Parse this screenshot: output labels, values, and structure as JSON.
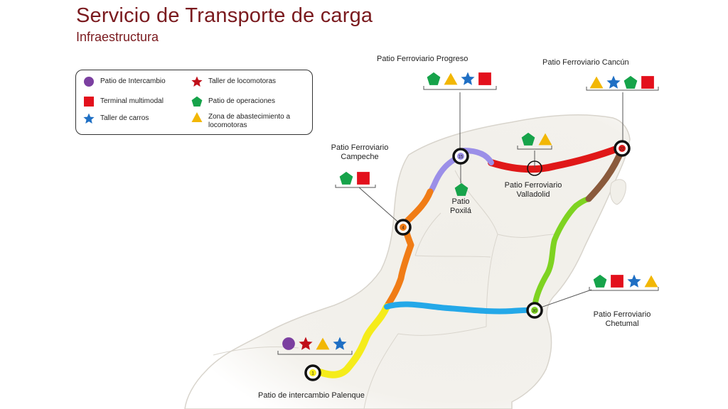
{
  "header": {
    "title": "Servicio de Transporte de carga",
    "subtitle": "Infraestructura"
  },
  "colors": {
    "title": "#7a1a1e",
    "intercambio": "#7b3fa0",
    "multimodal": "#e3101c",
    "taller_carros": "#1f6fc4",
    "taller_locomotoras": "#c0101a",
    "operaciones": "#16a34a",
    "abastecimiento": "#f2b705",
    "route_red": "#e01818",
    "route_brown": "#8a5a3c",
    "route_green": "#7ed321",
    "route_blue": "#24a8e8",
    "route_yellow": "#f5ec1b",
    "route_orange": "#f07c16",
    "route_purple": "#9b8fe8"
  },
  "legend": {
    "items": [
      {
        "icon": "circle",
        "label": "Patio de Intercambio"
      },
      {
        "icon": "square",
        "label": "Terminal multimodal"
      },
      {
        "icon": "star-blue",
        "label": "Taller de carros"
      },
      {
        "icon": "star-red",
        "label": "Taller de locomotoras"
      },
      {
        "icon": "pentagon",
        "label": "Patio de operaciones"
      },
      {
        "icon": "triangle",
        "label": "Zona de abastecimiento a\nlocomotoras"
      }
    ]
  },
  "stations": {
    "progreso": {
      "label": "Patio Ferroviario Progreso",
      "marker": "15",
      "icons": [
        "pentagon",
        "triangle",
        "star-blue",
        "square"
      ]
    },
    "cancun": {
      "label": "Patio Ferroviario Cancún",
      "marker": "22",
      "icons": [
        "triangle",
        "star-blue",
        "pentagon",
        "square"
      ]
    },
    "campeche": {
      "label_line1": "Patio Ferroviario",
      "label_line2": "Campeche",
      "marker": "4",
      "icons": [
        "pentagon",
        "square"
      ]
    },
    "poxila": {
      "label_line1": "Patio",
      "label_line2": "Poxilá",
      "icons": [
        "pentagon"
      ]
    },
    "valladolid": {
      "label_line1": "Patio Ferroviario",
      "label_line2": "Valladolid",
      "icons": [
        "pentagon",
        "triangle"
      ]
    },
    "chetumal": {
      "label_line1": "Patio Ferroviario",
      "label_line2": "Chetumal",
      "marker": "30",
      "icons": [
        "pentagon",
        "square",
        "star-blue",
        "triangle"
      ]
    },
    "palenque": {
      "label": "Patio de intercambio Palenque",
      "marker": "1",
      "icons": [
        "circle",
        "star-red",
        "triangle",
        "star-blue"
      ]
    }
  }
}
